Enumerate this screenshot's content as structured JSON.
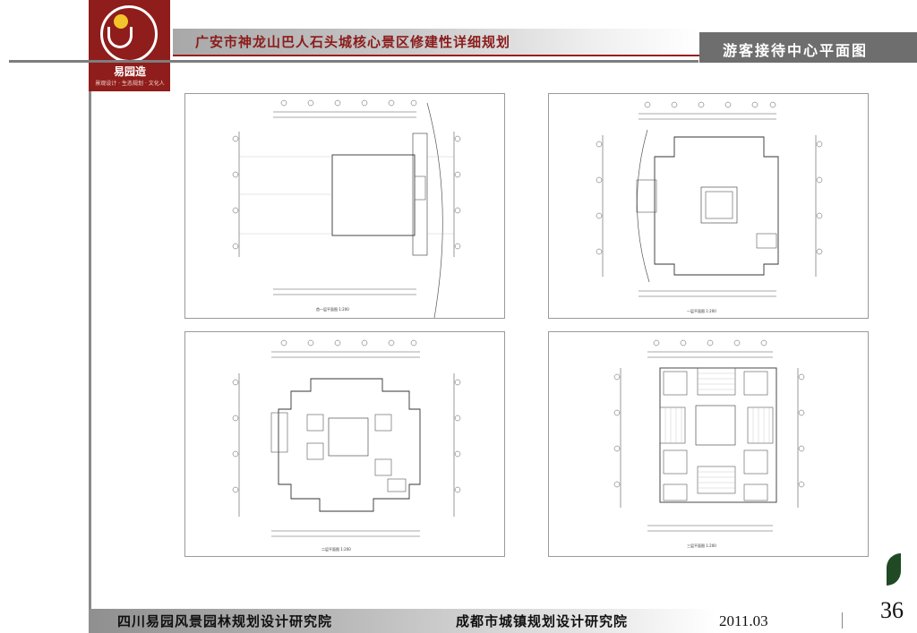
{
  "header": {
    "project_title": "广安市神龙山巴人石头城核心景区修建性详细规划",
    "page_title": "游客接待中心平面图",
    "logo": {
      "name": "易园造",
      "subtitle": "景观设计 · 生态规划 · 文化人"
    }
  },
  "plans": [
    {
      "id": "plan-1",
      "label": "首一层平面图 1:200"
    },
    {
      "id": "plan-2",
      "label": "一层平面图 1:200"
    },
    {
      "id": "plan-3",
      "label": "二层平面图 1:200"
    },
    {
      "id": "plan-4",
      "label": "三层平面图 1:200"
    }
  ],
  "footer": {
    "institute_1": "四川易园风景园林规划设计研究院",
    "institute_2": "成都市城镇规划设计研究院",
    "date": "2011.03",
    "page_number": "36"
  },
  "colors": {
    "brand_red": "#8f1d1b",
    "title_box_gray": "#6e6e6e",
    "accent_gold": "#f2c52b",
    "leaf_green": "#1f4a24"
  }
}
